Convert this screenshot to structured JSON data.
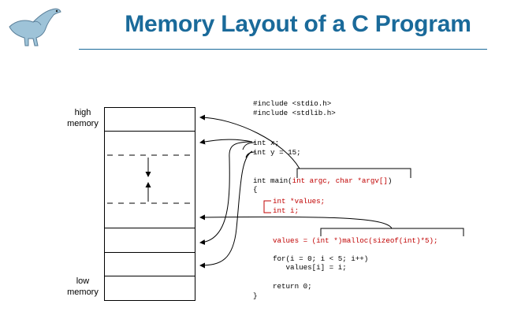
{
  "slide": {
    "title": "Memory Layout of a C Program"
  },
  "memory": {
    "high_label_1": "high",
    "high_label_2": "memory",
    "low_label_1": "low",
    "low_label_2": "memory"
  },
  "code": {
    "include_stdio": "#include <stdio.h>",
    "include_stdlib": "#include <stdlib.h>",
    "int_x": "int x;",
    "int_y": "int y = 15;",
    "main_prefix": "int main(",
    "main_args": "int argc, char *argv[]",
    "main_suffix": ")",
    "open_brace": "{",
    "values_decl": "int *values;",
    "i_decl": "int i;",
    "values_assign": "values = ",
    "malloc_call": "(int *)malloc(sizeof(int)*5);",
    "for_line": "for(i = 0; i < 5; i++)",
    "for_body": "   values[i] = i;",
    "return_line": "return 0;",
    "close_brace": "}"
  },
  "colors": {
    "title": "#1a6a9a",
    "highlight": "#c00000",
    "rule": "#1a6a9a"
  }
}
